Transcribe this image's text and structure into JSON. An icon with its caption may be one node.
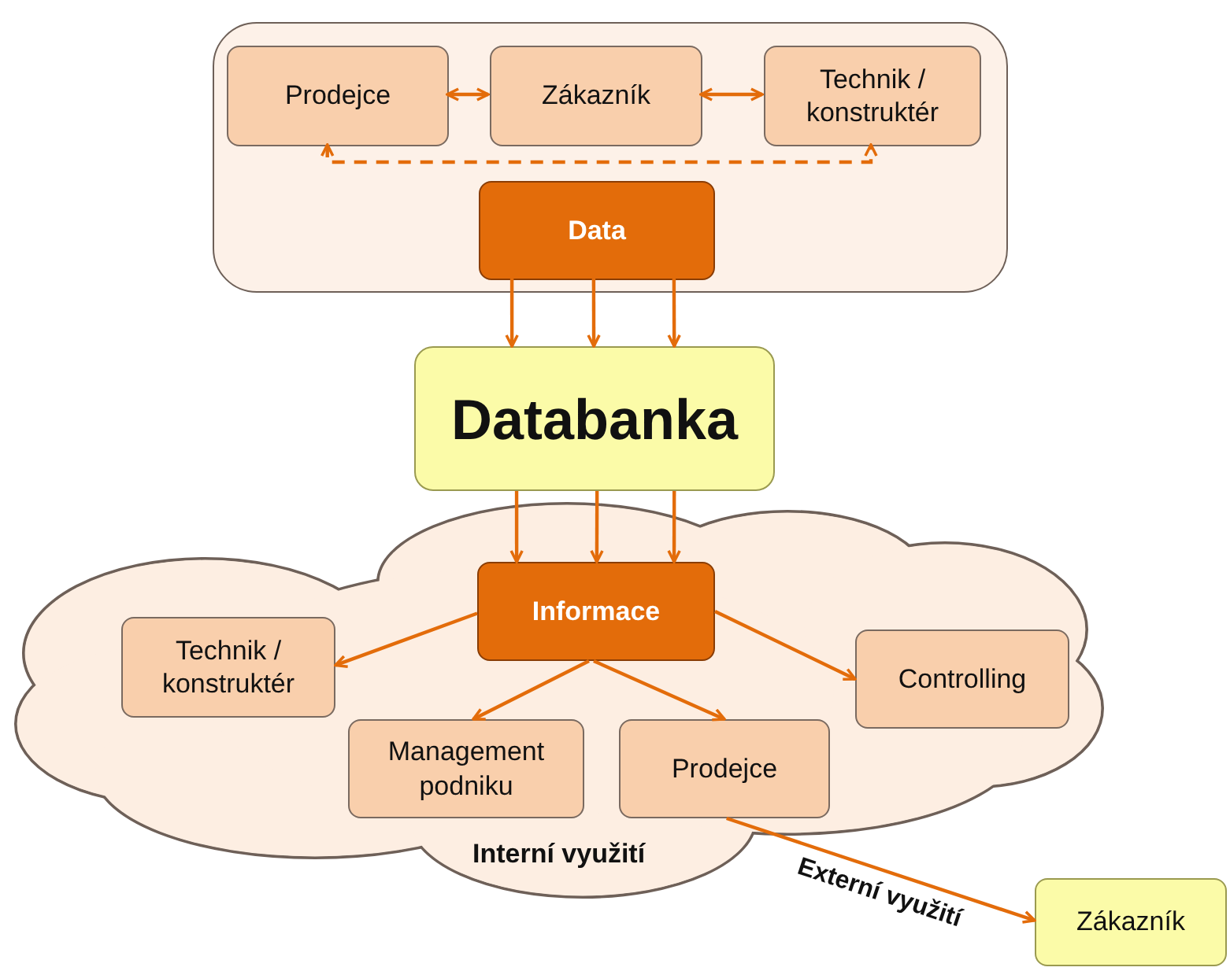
{
  "diagram": {
    "nodes": [
      {
        "text": [],
        "shape": "box"
      },
      {
        "text": [
          "Prodejce"
        ],
        "in": 0
      },
      {
        "text": [
          "Zákazník"
        ],
        "in": 0
      },
      {
        "text": [
          "Technik / konstruktér"
        ],
        "in": 0
      },
      {
        "text": [
          "Data"
        ],
        "in": 0
      },
      {
        "text": [
          "Databanka"
        ]
      },
      {
        "text": [
          "Interní využití"
        ]
      },
      {
        "text": [
          "Informace"
        ],
        "in": 6
      },
      {
        "text": [
          "Technik / konstruktér"
        ],
        "in": 6
      },
      {
        "text": [
          "Management podniku"
        ],
        "in": 6
      },
      {
        "text": [
          "Prodejce"
        ],
        "in": 6
      },
      {
        "text": [
          "Controlling"
        ],
        "in": 6
      },
      {
        "text": [
          "Zákazník"
        ]
      }
    ],
    "edges": [
      {
        "from": 1,
        "to": 2,
        "arrow": "both"
      },
      {
        "from": 2,
        "to": 3,
        "arrow": "both"
      },
      {
        "from": 1,
        "to": 3,
        "arrow": "both",
        "style": "dashed"
      },
      {
        "from": 4,
        "to": 5,
        "arrow": "to"
      },
      {
        "from": 4,
        "to": 5,
        "arrow": "to"
      },
      {
        "from": 4,
        "to": 5,
        "arrow": "to"
      },
      {
        "from": 5,
        "to": 7,
        "arrow": "to"
      },
      {
        "from": 5,
        "to": 7,
        "arrow": "to"
      },
      {
        "from": 5,
        "to": 7,
        "arrow": "to"
      },
      {
        "from": 7,
        "to": 8,
        "arrow": "to"
      },
      {
        "from": 7,
        "to": 9,
        "arrow": "to"
      },
      {
        "from": 7,
        "to": 10,
        "arrow": "to"
      },
      {
        "from": 7,
        "to": 11,
        "arrow": "to"
      },
      {
        "from": 10,
        "to": 12,
        "arrow": "to",
        "label": "Externí využití"
      }
    ]
  }
}
